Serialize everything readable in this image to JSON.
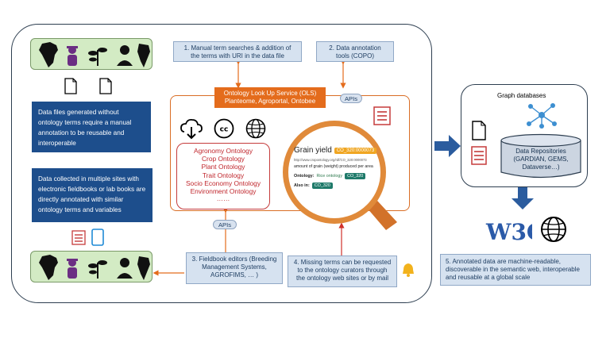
{
  "callouts": {
    "manual_search": "1. Manual term searches & addition of the terms with URI in the data file",
    "annotation_tools": "2. Data annotation tools (COPO)",
    "fieldbook_editors": "3. Fieldbook editors (Breeding Management Systems, AGROFIMS, … )",
    "missing_terms": "4. Missing terms can be requested to the ontology curators through the ontology web sites or by mail",
    "machine_readable": "5. Annotated data are machine-readable, discoverable in the semantic web, interoperable  and reusable at a global scale"
  },
  "notes": {
    "no_terms": "Data files generated without ontology terms require a manual annotation to be reusable and interoperable",
    "multi_site": "Data collected in multiple sites with electronic fieldbooks or lab books are directly annotated with similar ontology terms and variables"
  },
  "ols": {
    "title": "Ontology Look Up Service (OLS)",
    "subtitle": "Planteome, Agroportal, Ontobee"
  },
  "apis": {
    "top": "APIs",
    "bottom": "APIs"
  },
  "ontologies": [
    "Agronomy Ontology",
    "Crop Ontology",
    "Plant Ontology",
    "Trait Ontology",
    "Socio Economy Ontology",
    "Environment Ontology",
    "……"
  ],
  "magnifier": {
    "term": "Grain yield",
    "term_id": "CO_320:0000073",
    "uri": "http://www.cropontology.org/rdf/CO_320:0000073",
    "definition": "amount of grain (weight) produced per area",
    "ontology_label": "Ontology:",
    "ontology_name": "Rice ontology",
    "ontology_code": "CO_320",
    "also_in_label": "Also in:",
    "also_in_code": "CO_320"
  },
  "graph": {
    "title": "Graph databases",
    "repo_line1": "Data Repositories",
    "repo_line2": "(GARDIAN, GEMS,",
    "repo_line3": "Dataverse…)"
  },
  "w3c": {
    "logo_text": "W3C"
  },
  "colors": {
    "arrow_blue": "#2b5c9e",
    "orange": "#e46c1c",
    "note_blue": "#1d4e8c",
    "ontology_red": "#c0272d",
    "green_panel": "#d3ebc4"
  },
  "icons": [
    "africa-map-icon",
    "farmer-icon",
    "plant-icon",
    "researcher-icon",
    "south-america-map-icon",
    "document-icon",
    "checklist-icon",
    "tablet-icon",
    "cloud-download-icon",
    "creative-commons-icon",
    "globe-icon",
    "bell-icon",
    "network-graph-icon",
    "database-cylinder-icon"
  ]
}
